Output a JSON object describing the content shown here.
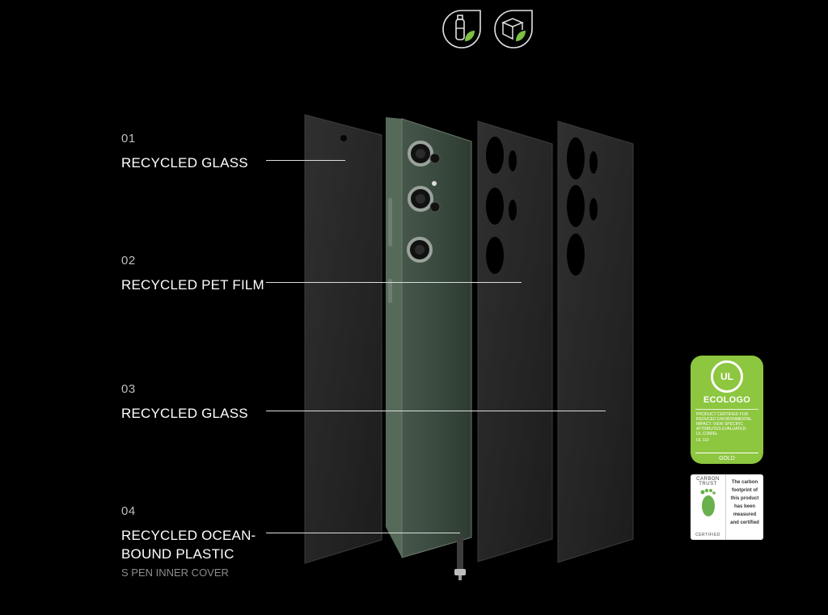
{
  "top_icons": [
    {
      "name": "recycled-bottle-icon"
    },
    {
      "name": "recycled-packaging-icon"
    }
  ],
  "labels": [
    {
      "number": "01",
      "title_lines": [
        "RECYCLED GLASS"
      ],
      "subtitle": ""
    },
    {
      "number": "02",
      "title_lines": [
        "RECYCLED PET FILM"
      ],
      "subtitle": ""
    },
    {
      "number": "03",
      "title_lines": [
        "RECYCLED GLASS"
      ],
      "subtitle": ""
    },
    {
      "number": "04",
      "title_lines": [
        "RECYCLED OCEAN-",
        "BOUND PLASTIC"
      ],
      "subtitle": "S PEN INNER COVER"
    }
  ],
  "ecologo": {
    "mark": "UL",
    "name": "ECOLOGO",
    "text": "PRODUCT CERTIFIED FOR REDUCED ENVIRONMENTAL IMPACT. VIEW SPECIFIC ATTRIBUTES EVALUATED: UL.COM/EL",
    "standard": "UL 110",
    "level": "GOLD"
  },
  "carbon_trust": {
    "line1": "CARBON",
    "line2": "TRUST",
    "certified": "CERTIFIED",
    "statement": [
      "The carbon",
      "footprint of",
      "this product",
      "has been",
      "measured",
      "and certified"
    ]
  },
  "colors": {
    "background": "#000000",
    "panel": "#262626",
    "phone_body": "#3a4a3e",
    "eco_green": "#8dc63f",
    "icon_green": "#7cc142",
    "line": "#dcdcdc"
  }
}
